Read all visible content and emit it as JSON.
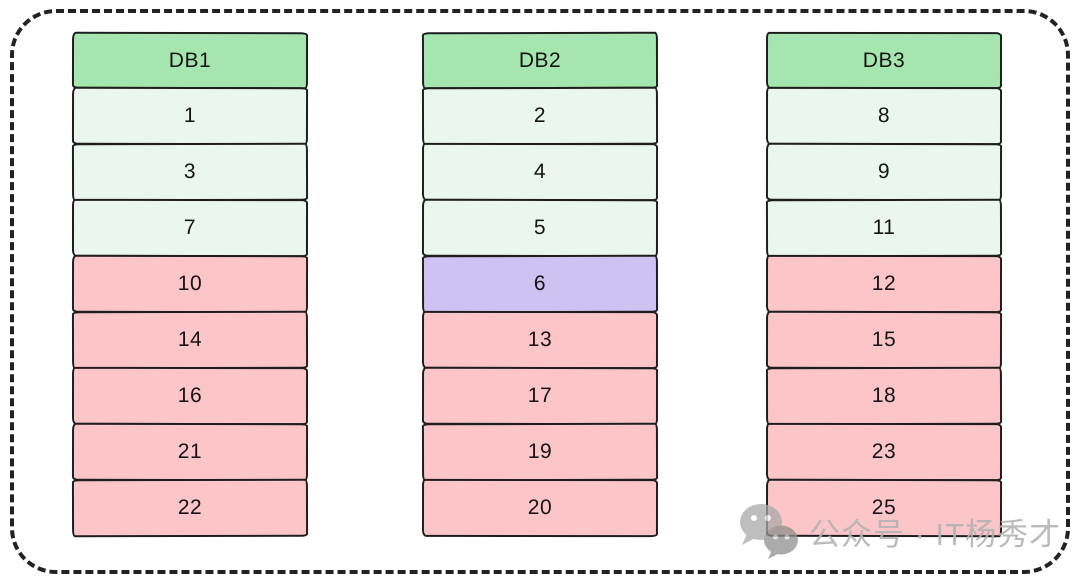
{
  "diagram": {
    "columns": [
      {
        "name": "DB1",
        "cells": [
          {
            "value": "1",
            "color": "green"
          },
          {
            "value": "3",
            "color": "green"
          },
          {
            "value": "7",
            "color": "green"
          },
          {
            "value": "10",
            "color": "pink"
          },
          {
            "value": "14",
            "color": "pink"
          },
          {
            "value": "16",
            "color": "pink"
          },
          {
            "value": "21",
            "color": "pink"
          },
          {
            "value": "22",
            "color": "pink"
          }
        ]
      },
      {
        "name": "DB2",
        "cells": [
          {
            "value": "2",
            "color": "green"
          },
          {
            "value": "4",
            "color": "green"
          },
          {
            "value": "5",
            "color": "green"
          },
          {
            "value": "6",
            "color": "purple"
          },
          {
            "value": "13",
            "color": "pink"
          },
          {
            "value": "17",
            "color": "pink"
          },
          {
            "value": "19",
            "color": "pink"
          },
          {
            "value": "20",
            "color": "pink"
          }
        ]
      },
      {
        "name": "DB3",
        "cells": [
          {
            "value": "8",
            "color": "green"
          },
          {
            "value": "9",
            "color": "green"
          },
          {
            "value": "11",
            "color": "green"
          },
          {
            "value": "12",
            "color": "pink"
          },
          {
            "value": "15",
            "color": "pink"
          },
          {
            "value": "18",
            "color": "pink"
          },
          {
            "value": "23",
            "color": "pink"
          },
          {
            "value": "25",
            "color": "pink"
          }
        ]
      }
    ]
  },
  "watermark": {
    "icon": "wechat-icon",
    "text": "公众号 · IT杨秀才"
  },
  "colors": {
    "header_green": "#a5e6b0",
    "slot_green": "#eaf7ee",
    "slot_pink": "#fcc6c8",
    "slot_purple": "#cdc2f1",
    "cell_border": "#1e1e1e",
    "frame_dash": "#222222",
    "watermark_gray": "#b3b3b3"
  }
}
